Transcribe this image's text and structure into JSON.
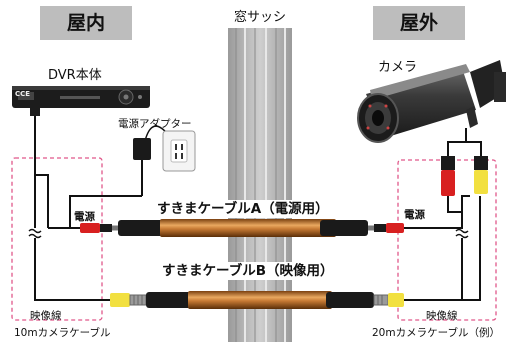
{
  "zones": {
    "indoor": "屋内",
    "outdoor": "屋外"
  },
  "window_sash": "窓サッシ",
  "devices": {
    "dvr": "DVR本体",
    "dvr_brand": "CCE",
    "power_adapter": "電源アダプター",
    "camera": "カメラ"
  },
  "cables": {
    "a": "すきまケーブルA（電源用）",
    "b": "すきまケーブルB（映像用）"
  },
  "connectors": {
    "power_left": "電源",
    "video_left": "映像線",
    "power_right": "電源",
    "video_right": "映像線"
  },
  "camera_cables": {
    "left": "10mカメラケーブル",
    "right": "20mカメラケーブル（例）"
  },
  "colors": {
    "zone_tag": "#bdbdbd",
    "dashed_box": "#e0588a",
    "power_plug": "#d82020",
    "video_plug": "#f2e040",
    "flat_cable": "#c07a3a"
  }
}
